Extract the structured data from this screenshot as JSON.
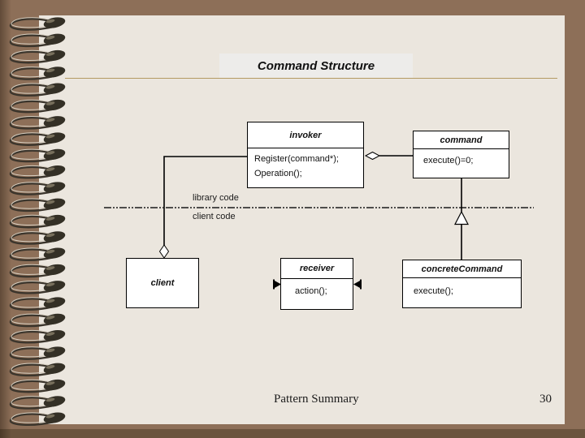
{
  "slide": {
    "title": "Command Structure",
    "footer_text": "Pattern Summary",
    "page_number": "30"
  },
  "diagram": {
    "type": "uml-class-diagram",
    "separator_labels": {
      "above": "library code",
      "below": "client code"
    },
    "classes": {
      "invoker": {
        "name": "invoker",
        "members": [
          "Register(command*);",
          "Operation();"
        ]
      },
      "command": {
        "name": "command",
        "members": [
          "execute()=0;"
        ]
      },
      "client": {
        "name": "client",
        "members": []
      },
      "receiver": {
        "name": "receiver",
        "members": [
          "action();"
        ]
      },
      "concrete_command": {
        "name": "concreteCommand",
        "members": [
          "execute();"
        ]
      }
    }
  },
  "colors": {
    "background_brown": "#8d6f58",
    "bottom_strip_brown": "#6b543e",
    "page": "#ebe6de",
    "title_highlight": "#edecea",
    "rule_line": "#b49a62",
    "box_fill": "#ffffff",
    "diagram_line": "#000000"
  }
}
